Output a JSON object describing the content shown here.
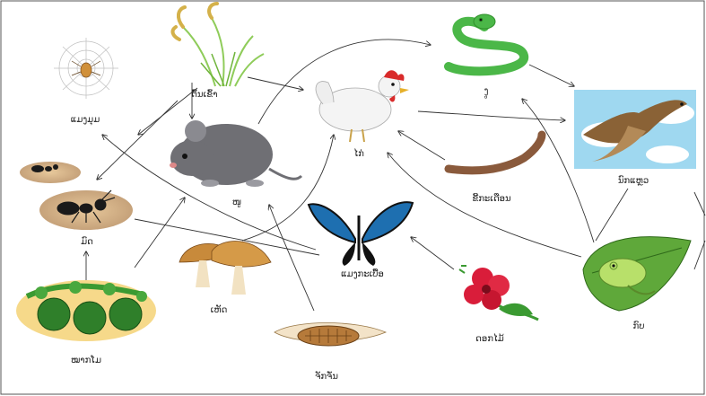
{
  "diagram": {
    "labels": {
      "spider": "ແມງມຸມ",
      "rice": "ຕົ້ນເຂົ້າ",
      "rat": "ໜູ",
      "chicken": "ໄກ່",
      "snake": "ງູ",
      "hawk": "ນົກແຫຼວ",
      "worm": "ຂີ້ກະເດືອນ",
      "ant": "ມົດ",
      "butterfly": "ແມງກະເບື້ອ",
      "mushroom": "ເຫັດ",
      "melon": "ໝາກໂມ",
      "cicada": "ຈັກຈັ່ນ",
      "flower": "ດອກໄມ້",
      "frog": "ກົບ"
    },
    "icons": {
      "spider": "spider-icon",
      "rice": "rice-plant-icon",
      "rat": "rat-icon",
      "chicken": "chicken-icon",
      "snake": "snake-icon",
      "hawk": "hawk-icon",
      "worm": "earthworm-icon",
      "ant": "ant-icon",
      "butterfly": "butterfly-icon",
      "mushroom": "mushroom-icon",
      "melon": "watermelon-icon",
      "cicada": "cicada-icon",
      "flower": "hibiscus-flower-icon",
      "frog": "frog-icon"
    },
    "links": [
      [
        "rice",
        "rat"
      ],
      [
        "rice",
        "chicken"
      ],
      [
        "rat",
        "snake"
      ],
      [
        "chicken",
        "hawk"
      ],
      [
        "snake",
        "hawk"
      ],
      [
        "worm",
        "chicken"
      ],
      [
        "rat",
        "spider"
      ],
      [
        "spider",
        "ant"
      ],
      [
        "melon",
        "ant"
      ],
      [
        "melon",
        "rat"
      ],
      [
        "mushroom",
        "chicken"
      ],
      [
        "butterfly",
        "spider"
      ],
      [
        "cicada",
        "rat"
      ],
      [
        "flower",
        "butterfly"
      ],
      [
        "frog",
        "snake"
      ],
      [
        "frog",
        "chicken"
      ]
    ],
    "colors": {
      "snake": "#4bb748",
      "hawk": "#8a6236",
      "rat": "#6f6f74",
      "frog": "#88c44a",
      "butterfly": "#1e6fb0",
      "flower": "#d91d3a",
      "melon": "#2f7f2a",
      "mushroom": "#c88a3b"
    }
  }
}
